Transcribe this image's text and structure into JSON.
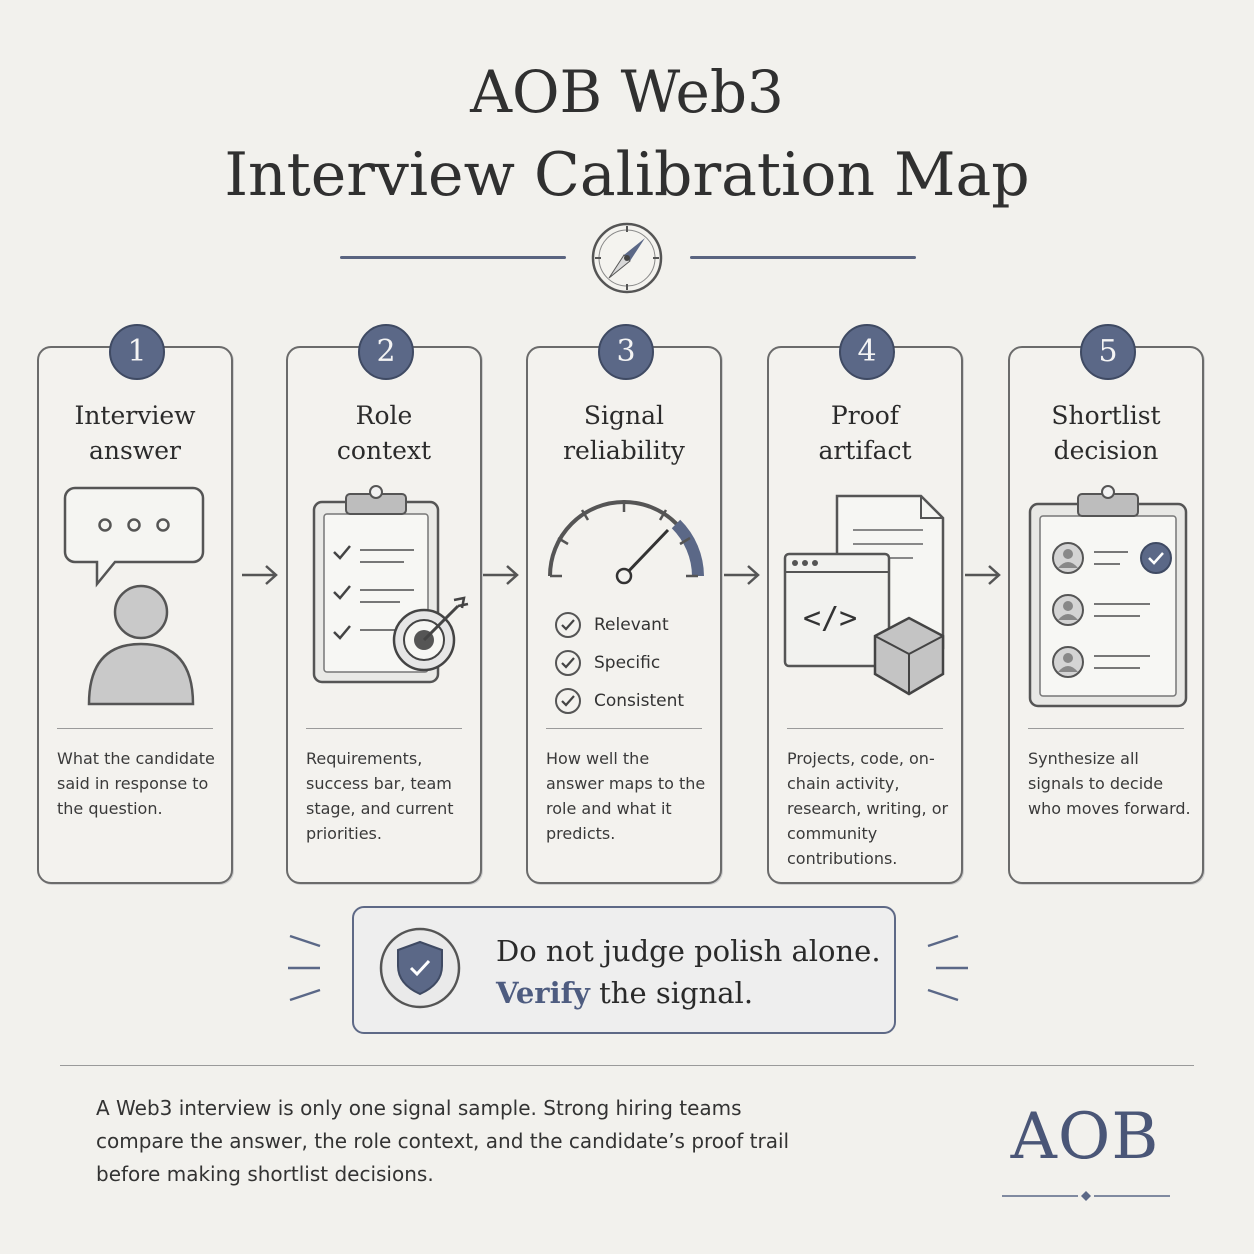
{
  "title_line1": "AOB Web3",
  "title_line2": "Interview Calibration Map",
  "steps": [
    {
      "number": "1",
      "title_line1": "Interview",
      "title_line2": "answer",
      "description": "What the candidate said in response to the question.",
      "icon": "speech-bubble-person"
    },
    {
      "number": "2",
      "title_line1": "Role",
      "title_line2": "context",
      "description": "Requirements, success bar, team stage, and current priorities.",
      "icon": "clipboard-target"
    },
    {
      "number": "3",
      "title_line1": "Signal",
      "title_line2": "reliability",
      "description": "How well the answer maps to the role and what it predicts.",
      "icon": "gauge",
      "checks": [
        "Relevant",
        "Specific",
        "Consistent"
      ]
    },
    {
      "number": "4",
      "title_line1": "Proof",
      "title_line2": "artifact",
      "description": "Projects, code, on-chain activity, research, writing, or community contributions.",
      "icon": "code-document-cube"
    },
    {
      "number": "5",
      "title_line1": "Shortlist",
      "title_line2": "decision",
      "description": "Synthesize all signals to decide who moves forward.",
      "icon": "clipboard-candidates"
    }
  ],
  "callout": {
    "line1": "Do not judge polish alone.",
    "emphasis": "Verify",
    "line2_rest": " the signal."
  },
  "footer": "A Web3 interview is only one signal sample. Strong hiring teams compare the answer, the role context, and the candidate’s proof trail before making shortlist decisions.",
  "logo": "AOB",
  "colors": {
    "accent": "#5b6887",
    "ink": "#2f2f2f",
    "background": "#f2f1ed"
  }
}
